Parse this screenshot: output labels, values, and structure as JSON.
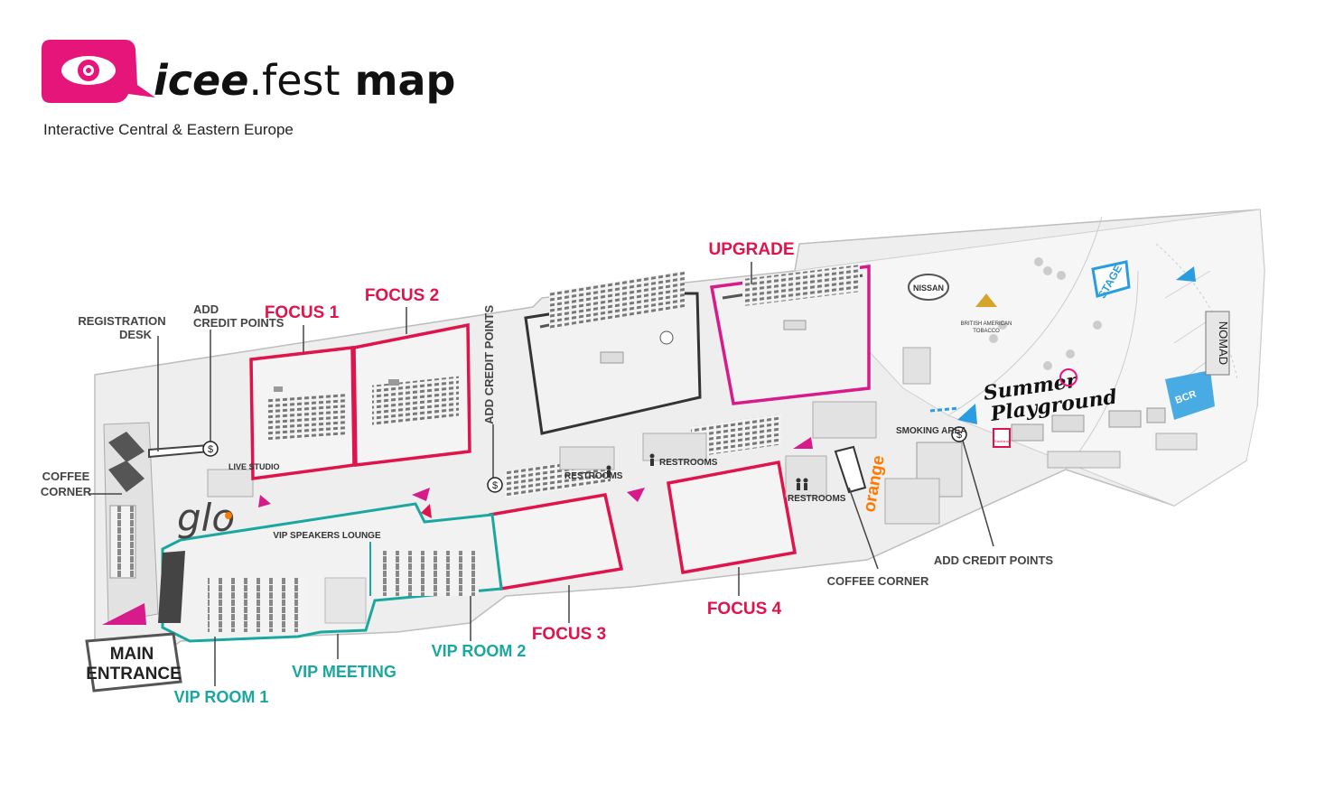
{
  "header": {
    "title_part1": "icee",
    "title_part2": ".fest",
    "title_part3": " map",
    "subtitle": "Interactive Central & Eastern Europe"
  },
  "colors": {
    "brand_pink": "#e6157a",
    "room_red": "#e0144c",
    "vip_teal": "#1aa7a0",
    "orange_brand": "#ff7900",
    "nav_blue": "#2a9de0",
    "building": "#eeeeee"
  },
  "rooms": {
    "focus1": "FOCUS 1",
    "focus2": "FOCUS 2",
    "focus3": "FOCUS 3",
    "focus4": "FOCUS 4",
    "upgrade": "UPGRADE",
    "vip_room1": "VIP ROOM 1",
    "vip_room2": "VIP ROOM 2",
    "vip_meeting": "VIP MEETING",
    "vip_speakers_lounge": "VIP SPEAKERS LOUNGE",
    "stage": "STAGE",
    "main_entrance_line1": "MAIN",
    "main_entrance_line2": "ENTRANCE"
  },
  "labels": {
    "registration_line1": "REGISTRATION",
    "registration_line2": "DESK",
    "add_credit_top_line1": "ADD",
    "add_credit_top_line2": "CREDIT POINTS",
    "add_credit_vertical": "ADD CREDIT POINTS",
    "add_credit_bottom": "ADD CREDIT POINTS",
    "coffee_corner_left_line1": "COFFEE",
    "coffee_corner_left_line2": "CORNER",
    "coffee_corner_bottom": "COFFEE CORNER",
    "live_studio": "LIVE STUDIO",
    "restrooms_1": "RESTROOMS",
    "restrooms_2": "RESTROOMS",
    "restrooms_3": "RESTROOMS",
    "smoking_area": "SMOKING AREA",
    "credit_symbol": "$"
  },
  "sponsors": {
    "glo": "glo",
    "orange": "orange",
    "nissan": "NISSAN",
    "bat_line1": "BRITISH AMERICAN",
    "bat_line2": "TOBACCO",
    "summer_line1": "Summer",
    "summer_line2": "Playground",
    "bcr": "BCR",
    "nomad": "NOMAD",
    "kaufland": "Kaufland"
  },
  "icons": {
    "logo": "eye-speech-bubble-icon",
    "direction_marker": "triangle-marker-icon",
    "credit_point": "dollar-circle-icon",
    "restroom": "person-icon"
  }
}
